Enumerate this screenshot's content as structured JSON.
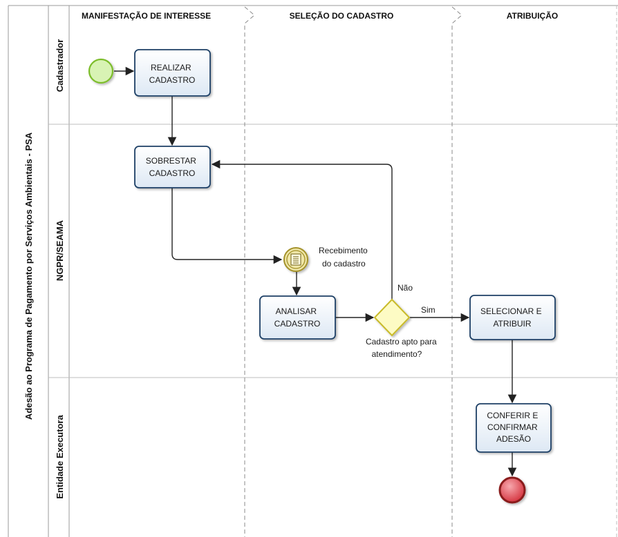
{
  "pool": {
    "title": "Adesão ao Programa de Pagamento por  Serviços Ambientais - PSA"
  },
  "lanes": [
    {
      "label": "Cadastrador"
    },
    {
      "label": "NGPR/SEAMA"
    },
    {
      "label": "Entidade Executora"
    }
  ],
  "phases": [
    {
      "label": "MANIFESTAÇÃO DE INTERESSE"
    },
    {
      "label": "SELEÇÃO DO CADASTRO"
    },
    {
      "label": "ATRIBUIÇÃO"
    }
  ],
  "tasks": {
    "realizar": [
      "REALIZAR",
      "CADASTRO"
    ],
    "sobrestar": [
      "SOBRESTAR",
      "CADASTRO"
    ],
    "analisar": [
      "ANALISAR",
      "CADASTRO"
    ],
    "selecionar": [
      "SELECIONAR E",
      "ATRIBUIR"
    ],
    "conferir": [
      "CONFERIR  E",
      "CONFIRMAR",
      "ADESÃO"
    ]
  },
  "events": {
    "message": [
      "Recebimento",
      "do cadastro"
    ]
  },
  "gateway": {
    "question": [
      "Cadastro apto para",
      "atendimento?"
    ],
    "yes": "Sim",
    "no": "Não"
  },
  "colors": {
    "task_fill": "#e9f0f8",
    "task_stroke": "#1f3f66",
    "start_fill": "#d8f3b4",
    "start_stroke": "#7cbd2a",
    "end_fill": "#e2434f",
    "end_stroke": "#8a1a1a",
    "gateway_fill": "#fdfbc4",
    "gateway_stroke": "#c9bb2a",
    "intermediate_fill": "#efe6a8",
    "intermediate_stroke": "#a49229",
    "line": "#222222",
    "dash": "#666666"
  }
}
